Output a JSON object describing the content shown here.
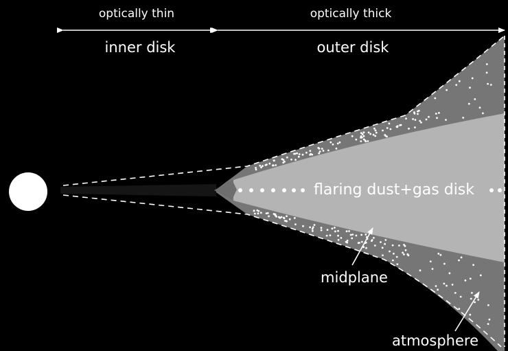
{
  "colors": {
    "background": "#000000",
    "outer_disk_atmosphere": "#767676",
    "midplane_core": "#b4b4b4",
    "inner_disk": "#151515",
    "inner_rim": "#6e6e6e",
    "star": "#ffffff",
    "dots": "#ffffff",
    "lines": "#ffffff"
  },
  "top_labels": {
    "optically_thin": "optically thin",
    "optically_thick": "optically thick"
  },
  "region_labels": {
    "inner_disk": "inner disk",
    "outer_disk": "outer disk"
  },
  "disk_label": "flaring dust+gas disk",
  "annotations": {
    "midplane": "midplane",
    "atmosphere": "atmosphere"
  }
}
